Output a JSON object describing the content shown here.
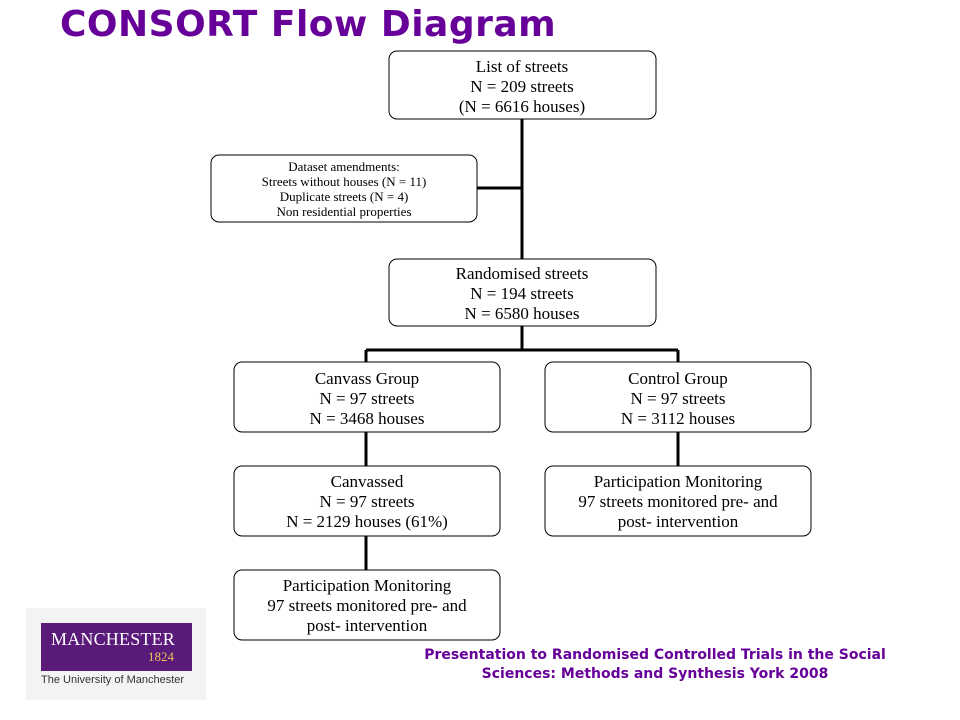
{
  "title": "CONSORT Flow Diagram",
  "boxes": {
    "list": [
      "List of streets",
      "N = 209 streets",
      "(N = 6616 houses)"
    ],
    "amend": [
      "Dataset amendments:",
      "Streets without houses (N = 11)",
      "Duplicate streets (N = 4)",
      "Non residential properties"
    ],
    "random": [
      "Randomised streets",
      "N = 194 streets",
      "N = 6580 houses"
    ],
    "canvass": [
      "Canvass Group",
      "N = 97 streets",
      "N = 3468 houses"
    ],
    "control": [
      "Control Group",
      "N = 97 streets",
      "N = 3112 houses"
    ],
    "canvassed": [
      "Canvassed",
      "N = 97 streets",
      "N = 2129 houses (61%)"
    ],
    "monitor_right": [
      "Participation Monitoring",
      "97 streets monitored pre- and",
      "post- intervention"
    ],
    "monitor_left": [
      "Participation Monitoring",
      "97 streets monitored pre- and",
      "post- intervention"
    ]
  },
  "logo": {
    "name": "MANCHESTER",
    "year": "1824",
    "university": "The University of Manchester"
  },
  "footer": {
    "line1": "Presentation to Randomised Controlled Trials in the Social",
    "line2": "Sciences: Methods and Synthesis York 2008"
  }
}
